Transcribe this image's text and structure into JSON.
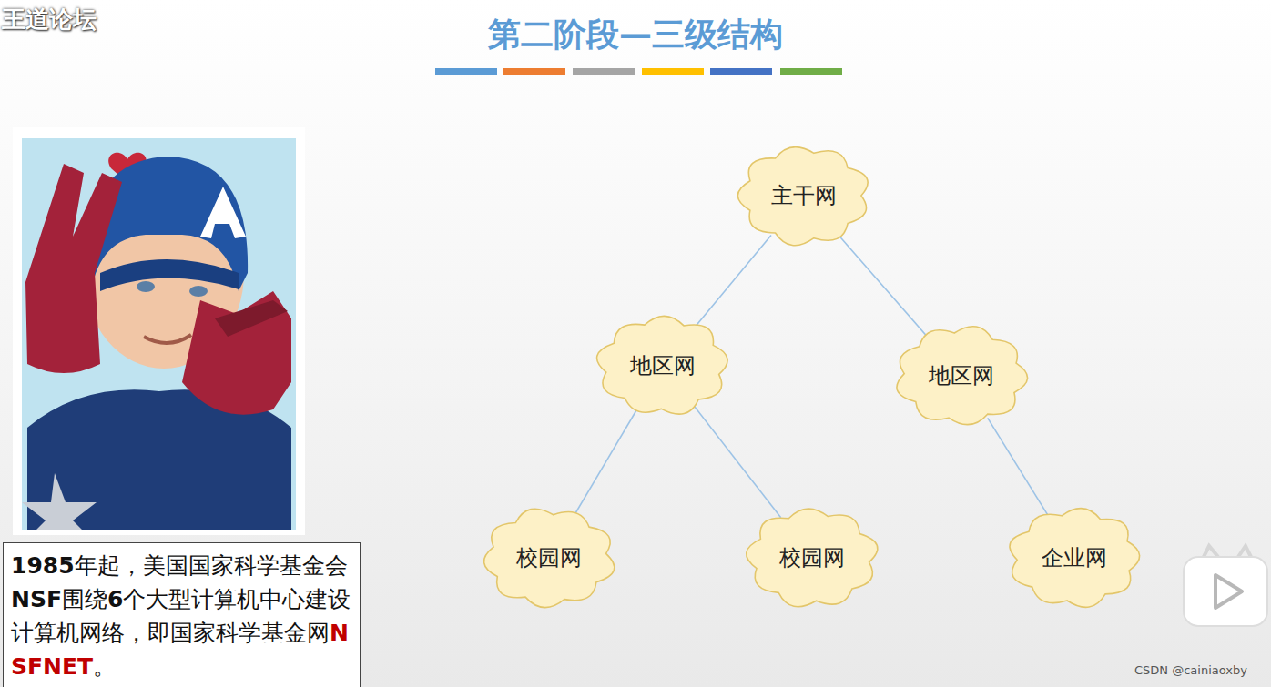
{
  "diagram": {
    "title": "第二阶段—三级结构",
    "caption": "1985年起，美国国家科学基金会NSF围绕6个大型计算机中心建设计算机网络，即国家科学基金网NSFNET。",
    "nodes": [
      {
        "text": [
          "主干网"
        ]
      },
      {
        "text": [
          "地区网"
        ]
      },
      {
        "text": [
          "地区网"
        ]
      },
      {
        "text": [
          "校园网"
        ]
      },
      {
        "text": [
          "校园网"
        ]
      },
      {
        "text": [
          "企业网"
        ]
      }
    ],
    "edges": [
      {
        "from": 0,
        "to": 1,
        "arrow": "none"
      },
      {
        "from": 0,
        "to": 2,
        "arrow": "none"
      },
      {
        "from": 1,
        "to": 3,
        "arrow": "none"
      },
      {
        "from": 1,
        "to": 4,
        "arrow": "none"
      },
      {
        "from": 2,
        "to": 5,
        "arrow": "none"
      }
    ],
    "labels": [
      "王道论坛",
      "CSDN @cainiaoxby"
    ]
  }
}
